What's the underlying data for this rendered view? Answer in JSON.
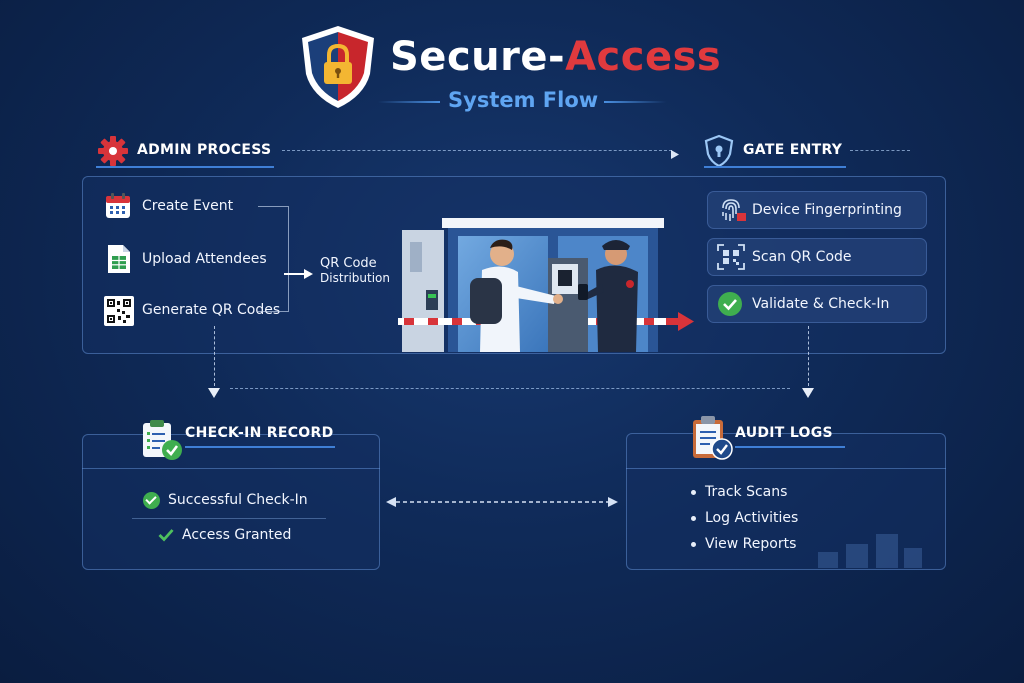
{
  "header": {
    "title_part1": "Secure-",
    "title_part2": "Access",
    "subtitle": "System Flow"
  },
  "admin": {
    "title": "ADMIN PROCESS",
    "steps": [
      "Create Event",
      "Upload Attendees",
      "Generate QR Codes"
    ],
    "distribution_line1": "QR Code",
    "distribution_line2": "Distribution"
  },
  "gate": {
    "title": "GATE ENTRY",
    "steps": [
      "Device Fingerprinting",
      "Scan QR Code",
      "Validate & Check-In"
    ]
  },
  "checkin": {
    "title": "CHECK-IN RECORD",
    "items": [
      "Successful Check-In",
      "Access Granted"
    ]
  },
  "audit": {
    "title": "AUDIT LOGS",
    "items": [
      "Track Scans",
      "Log Activities",
      "View Reports"
    ]
  },
  "colors": {
    "accent_red": "#e03a3e",
    "accent_blue": "#5fa5f2",
    "success_green": "#3fae4f",
    "background": "#0f2a58"
  }
}
